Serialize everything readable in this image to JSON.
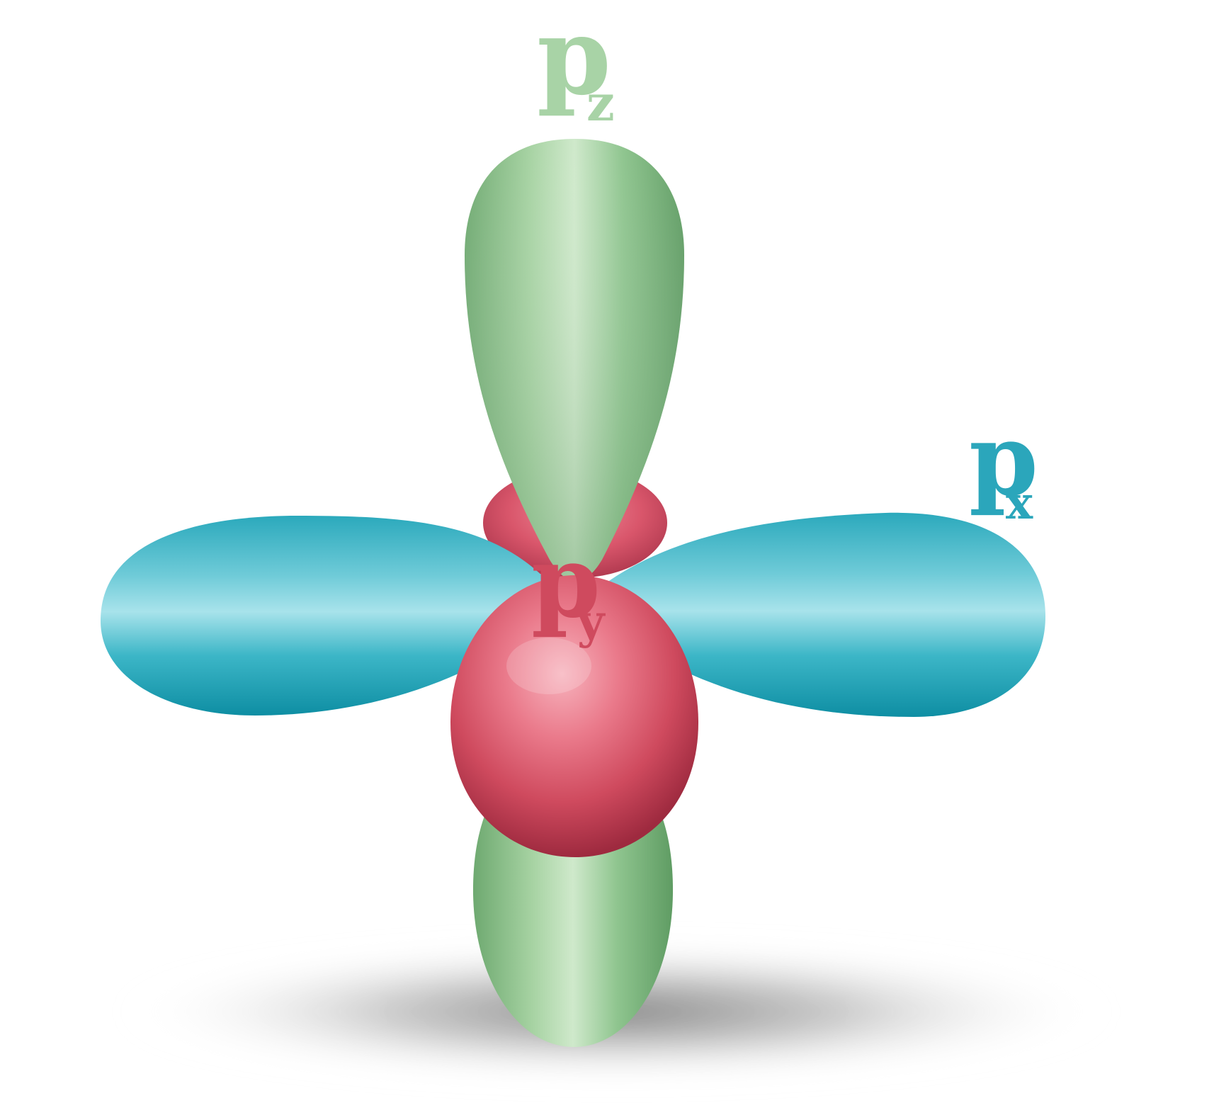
{
  "labels": {
    "pz": {
      "main": "p",
      "sub": "z"
    },
    "px": {
      "main": "p",
      "sub": "x"
    },
    "py": {
      "main": "p",
      "sub": "y"
    }
  },
  "colors": {
    "background": "#ffffff",
    "pz_label": "#a8d3a6",
    "px_label": "#2ba6bb",
    "py_label": "#cf4a5e",
    "pz_lobe_light": "#c9e6c5",
    "pz_lobe_mid": "#8fc58f",
    "pz_lobe_dark": "#6aa56e",
    "px_lobe_light": "#a6e2ea",
    "px_lobe_mid": "#3fb8c9",
    "px_lobe_dark": "#1294a8",
    "py_lobe_light": "#f4a2ad",
    "py_lobe_mid": "#e0566b",
    "py_lobe_dark": "#b8334a",
    "shadow": "#8a8a8a"
  },
  "icons": {
    "pz": "green-vertical-dumbbell-lobes",
    "px": "cyan-horizontal-dumbbell-lobes",
    "py": "red-front-back-lobes"
  }
}
